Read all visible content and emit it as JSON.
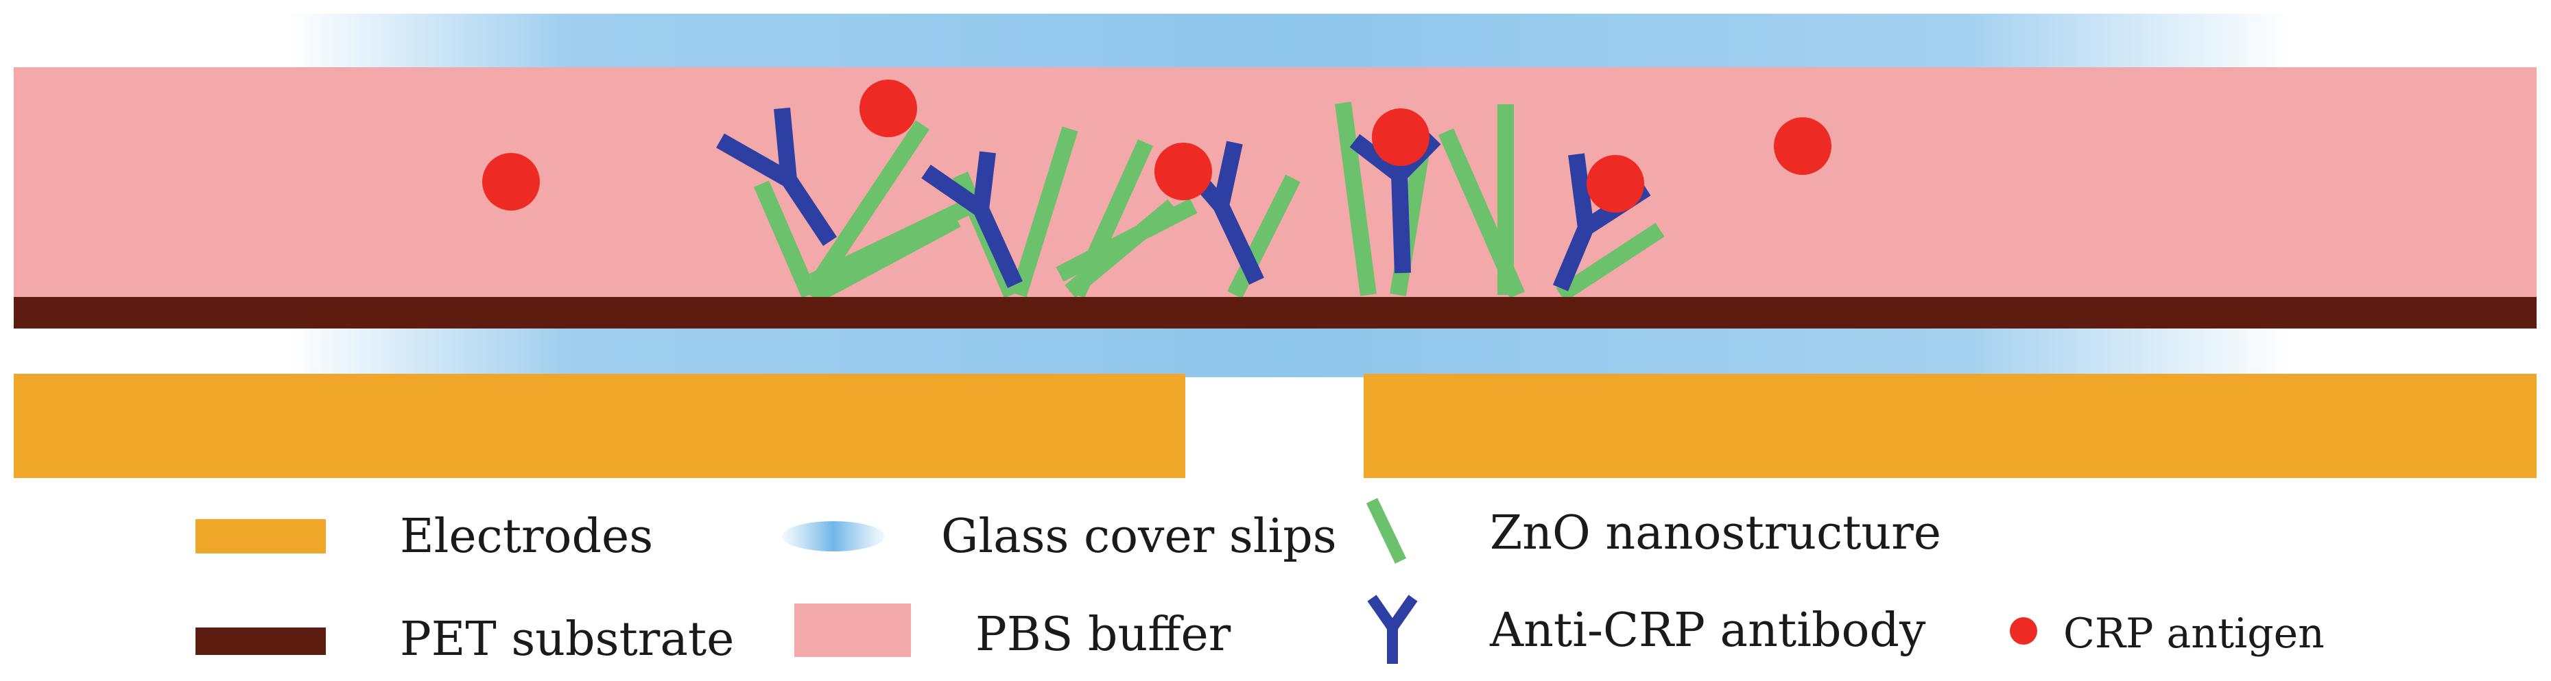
{
  "colors": {
    "electrode": "#EFA629",
    "pet_substrate": "#5E1B0F",
    "pbs_buffer": "#F3A8A9",
    "glass_blue": "#8FC6EC",
    "zno": "#6CC16C",
    "antibody": "#2E3FA3",
    "antigen": "#EE2A24"
  },
  "legend": {
    "electrodes": "Electrodes",
    "pet_substrate": "PET substrate",
    "glass_cover_slips": "Glass cover slips",
    "pbs_buffer": "PBS buffer",
    "zno_nanostructure": "ZnO nanostructure",
    "anti_crp_antibody": "Anti-CRP antibody",
    "crp_antigen": "CRP antigen"
  },
  "icons": {
    "electrodes": "orange-bar-swatch",
    "pet_substrate": "dark-brown-bar-swatch",
    "glass_cover_slips": "blue-gradient-swatch",
    "pbs_buffer": "pink-rectangle-swatch",
    "zno_nanostructure": "green-rod-icon",
    "anti_crp_antibody": "blue-y-antibody-icon",
    "crp_antigen": "red-dot-icon"
  }
}
